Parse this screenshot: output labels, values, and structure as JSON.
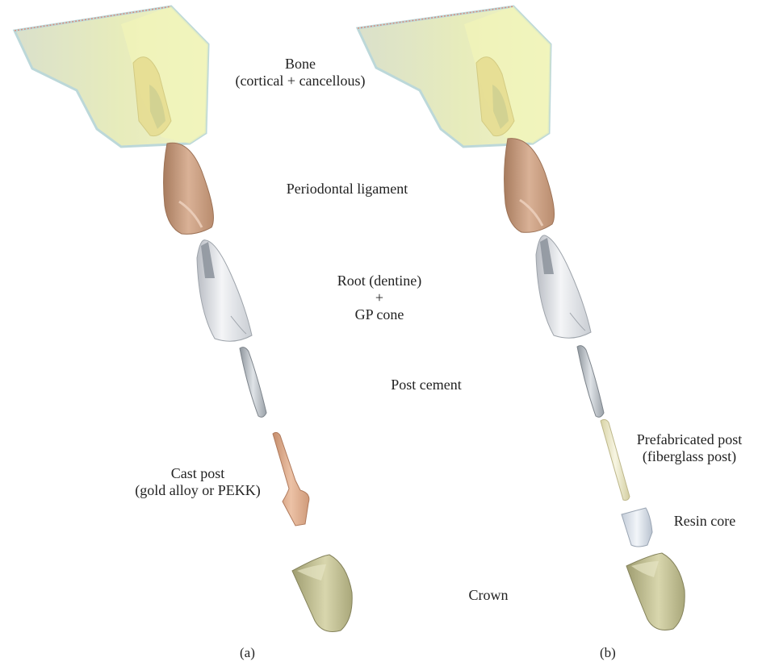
{
  "colors": {
    "bone_fill": "#e9eec4",
    "bone_edge": "#b9d6d8",
    "ligament": "#c49a7a",
    "dentine": "#e2e5ea",
    "cement": "#aeb4ba",
    "cast_post": "#d9a585",
    "fiber_post": "#ece9c8",
    "resin_core": "#dce4ee",
    "crown": "#c9c79b"
  },
  "labels": {
    "bone_line1": "Bone",
    "bone_line2": "(cortical + cancellous)",
    "pdl": "Periodontal ligament",
    "root_line1": "Root (dentine)",
    "root_line2": "+",
    "root_line3": "GP cone",
    "post_cement": "Post cement",
    "cast_post_line1": "Cast post",
    "cast_post_line2": "(gold alloy or PEKK)",
    "prefab_line1": "Prefabricated post",
    "prefab_line2": "(fiberglass post)",
    "resin_core": "Resin core",
    "crown": "Crown"
  },
  "panels": {
    "a": "(a)",
    "b": "(b)"
  }
}
